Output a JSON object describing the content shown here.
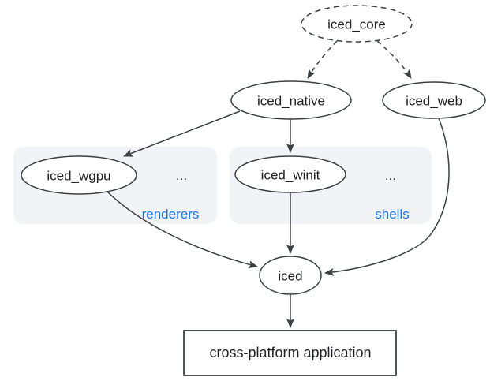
{
  "diagram": {
    "description": "Dependency graph of the iced GUI ecosystem",
    "nodes": {
      "iced_core": "iced_core",
      "iced_native": "iced_native",
      "iced_web": "iced_web",
      "iced_wgpu": "iced_wgpu",
      "iced_winit": "iced_winit",
      "iced": "iced",
      "app": "cross-platform application"
    },
    "groups": {
      "renderers": {
        "label": "renderers",
        "more": "..."
      },
      "shells": {
        "label": "shells",
        "more": "..."
      }
    },
    "edges": [
      {
        "from": "iced_core",
        "to": "iced_native",
        "style": "dashed"
      },
      {
        "from": "iced_core",
        "to": "iced_web",
        "style": "dashed"
      },
      {
        "from": "iced_native",
        "to": "iced_wgpu",
        "style": "solid"
      },
      {
        "from": "iced_native",
        "to": "iced_winit",
        "style": "solid"
      },
      {
        "from": "iced_wgpu",
        "to": "iced",
        "style": "solid"
      },
      {
        "from": "iced_winit",
        "to": "iced",
        "style": "solid"
      },
      {
        "from": "iced_web",
        "to": "iced",
        "style": "solid"
      },
      {
        "from": "iced",
        "to": "app",
        "style": "solid"
      }
    ],
    "colors": {
      "stroke": "#3c4043",
      "text": "#202124",
      "group_label": "#1a73e8",
      "group_background": "#f1f3f7",
      "node_fill": "#ffffff",
      "page_background": "#ffffff"
    }
  }
}
